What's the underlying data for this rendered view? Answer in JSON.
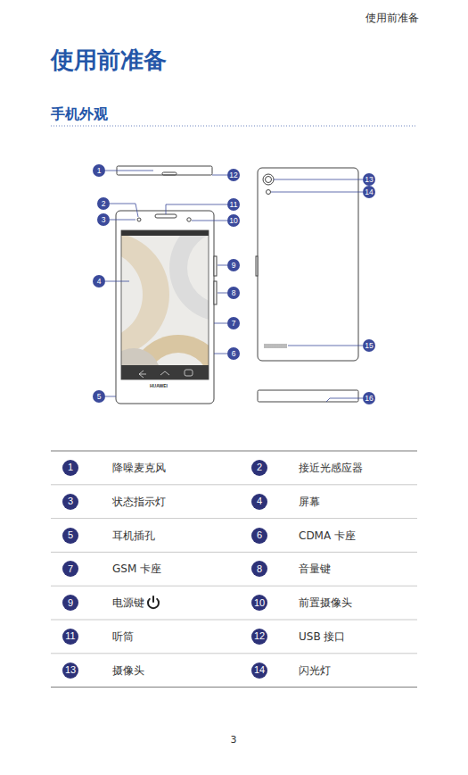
{
  "diagram": {
    "title": "使用前准备",
    "nodes": [
      {
        "text": [
          "1"
        ]
      },
      {
        "text": [
          "2"
        ]
      },
      {
        "text": [
          "3"
        ]
      },
      {
        "text": [
          "4"
        ]
      },
      {
        "text": [
          "5"
        ]
      },
      {
        "text": [
          "6"
        ]
      },
      {
        "text": [
          "7"
        ]
      },
      {
        "text": [
          "8"
        ]
      },
      {
        "text": [
          "9"
        ]
      },
      {
        "text": [
          "10"
        ]
      },
      {
        "text": [
          "11"
        ]
      },
      {
        "text": [
          "12"
        ]
      },
      {
        "text": [
          "13"
        ]
      },
      {
        "text": [
          "14"
        ]
      },
      {
        "text": [
          "15"
        ]
      },
      {
        "text": [
          "16"
        ]
      },
      {
        "text": [
          "1"
        ]
      },
      {
        "text": [
          "2"
        ]
      },
      {
        "text": [
          "3"
        ]
      },
      {
        "text": [
          "4"
        ]
      },
      {
        "text": [
          "5"
        ]
      },
      {
        "text": [
          "6"
        ]
      },
      {
        "text": [
          "7"
        ]
      },
      {
        "text": [
          "8"
        ]
      },
      {
        "text": [
          "9"
        ]
      },
      {
        "text": [
          "10"
        ]
      },
      {
        "text": [
          "11"
        ]
      },
      {
        "text": [
          "12"
        ]
      },
      {
        "text": [
          "13"
        ]
      },
      {
        "text": [
          "14"
        ]
      }
    ],
    "labels": [
      "使用前准备",
      "手机外观",
      "HUAWEI",
      "降噪麦克风",
      "接近光感应器",
      "状态指示灯",
      "屏幕",
      "耳机插孔",
      "CDMA 卡座",
      "GSM 卡座",
      "音量键",
      "电源键",
      "前置摄像头",
      "听筒",
      "USB 接口",
      "摄像头",
      "闪光灯",
      "3"
    ]
  }
}
